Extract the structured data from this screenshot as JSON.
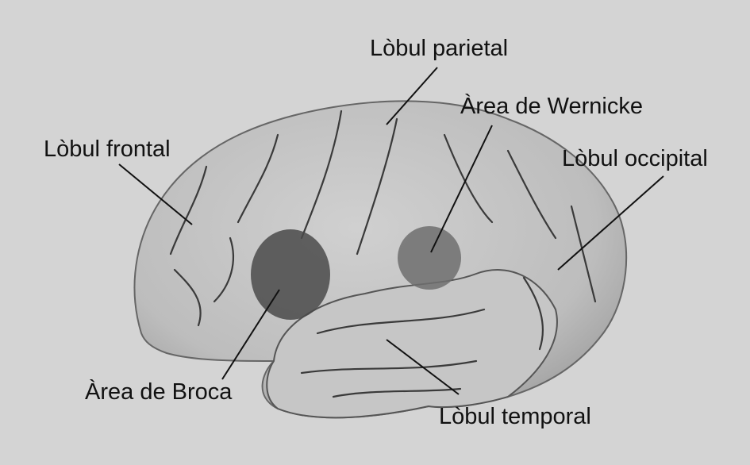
{
  "labels": {
    "parietal": "Lòbul parietal",
    "wernicke": "Àrea de Wernicke",
    "frontal": "Lòbul frontal",
    "occipital": "Lòbul occipital",
    "broca": "Àrea de Broca",
    "temporal": "Lòbul temporal"
  },
  "colors": {
    "background": "#d4d4d4",
    "brain": "#c2c2c2",
    "broca_area": "#4a4a4a",
    "wernicke_area": "#6e6e6e"
  }
}
